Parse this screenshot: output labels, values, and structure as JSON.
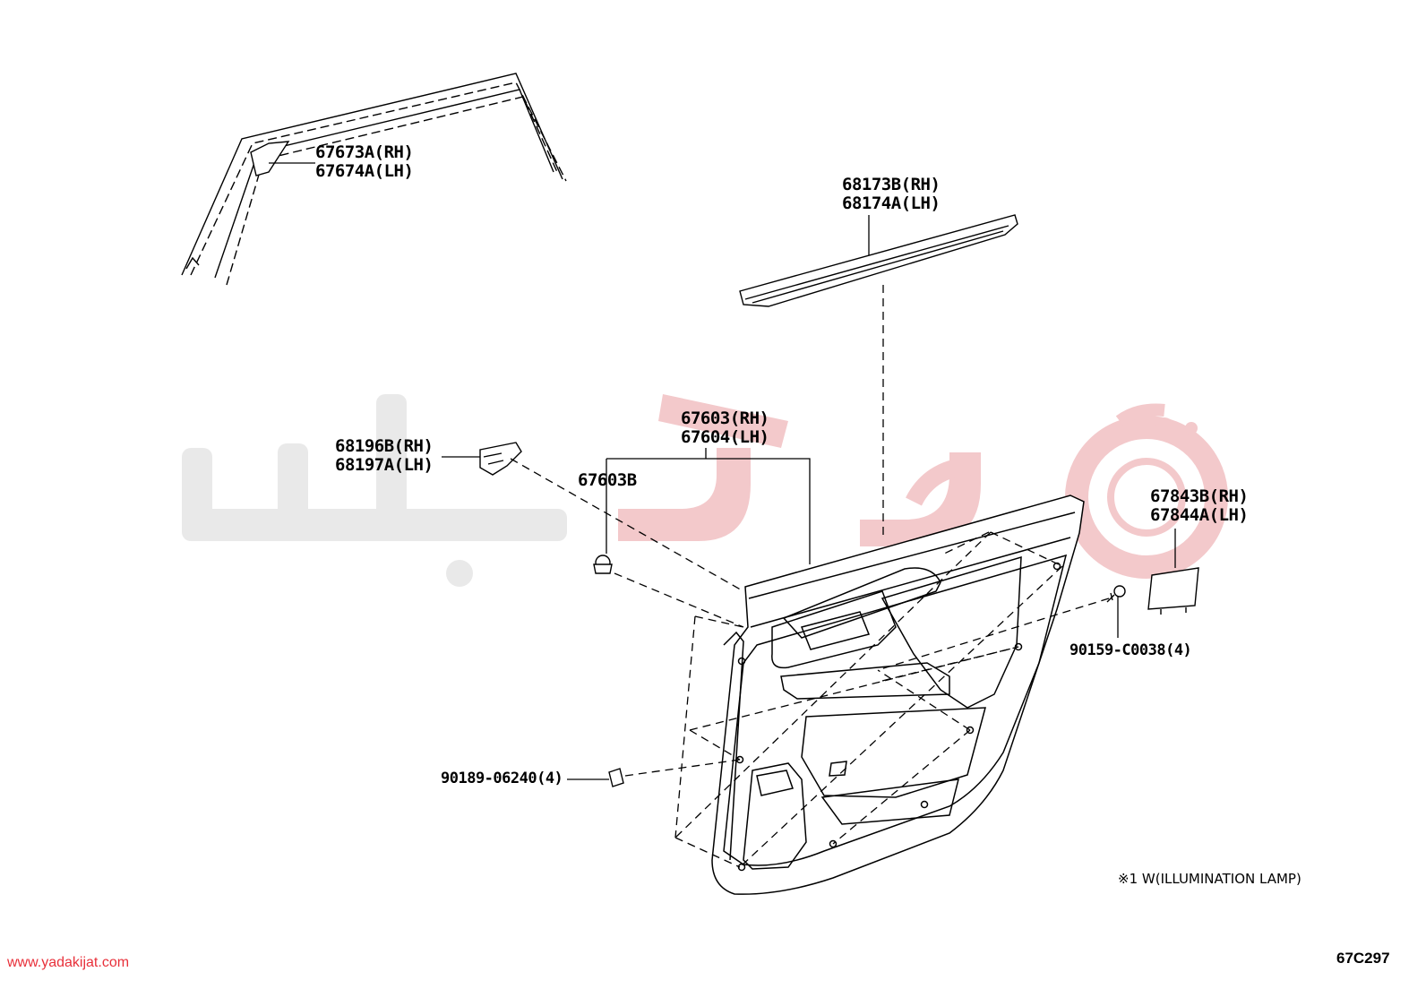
{
  "labels": {
    "rear_molding": [
      "67673A(RH)",
      "67674A(LH)"
    ],
    "weatherstrip": [
      "68173B(RH)",
      "68174A(LH)"
    ],
    "trim_board": [
      "67603(RH)",
      "67604(LH)"
    ],
    "trim_clip": "67603B",
    "bracket": [
      "68196B(RH)",
      "68197A(LH)"
    ],
    "cover": [
      "67843B(RH)",
      "67844A(LH)"
    ],
    "screw": "90159-C0038(4)",
    "nut": "90189-06240(4)"
  },
  "footnote": "※1 W(ILLUMINATION LAMP)",
  "footer": {
    "website": "www.yadakijat.com",
    "diagram_code": "67C297"
  },
  "colors": {
    "line": "#000000",
    "watermark_gray": "#e9e9e9",
    "watermark_red": "#f3c9cb",
    "website_red": "#e8303a"
  },
  "watermark_icon": "gear-logo-icon"
}
